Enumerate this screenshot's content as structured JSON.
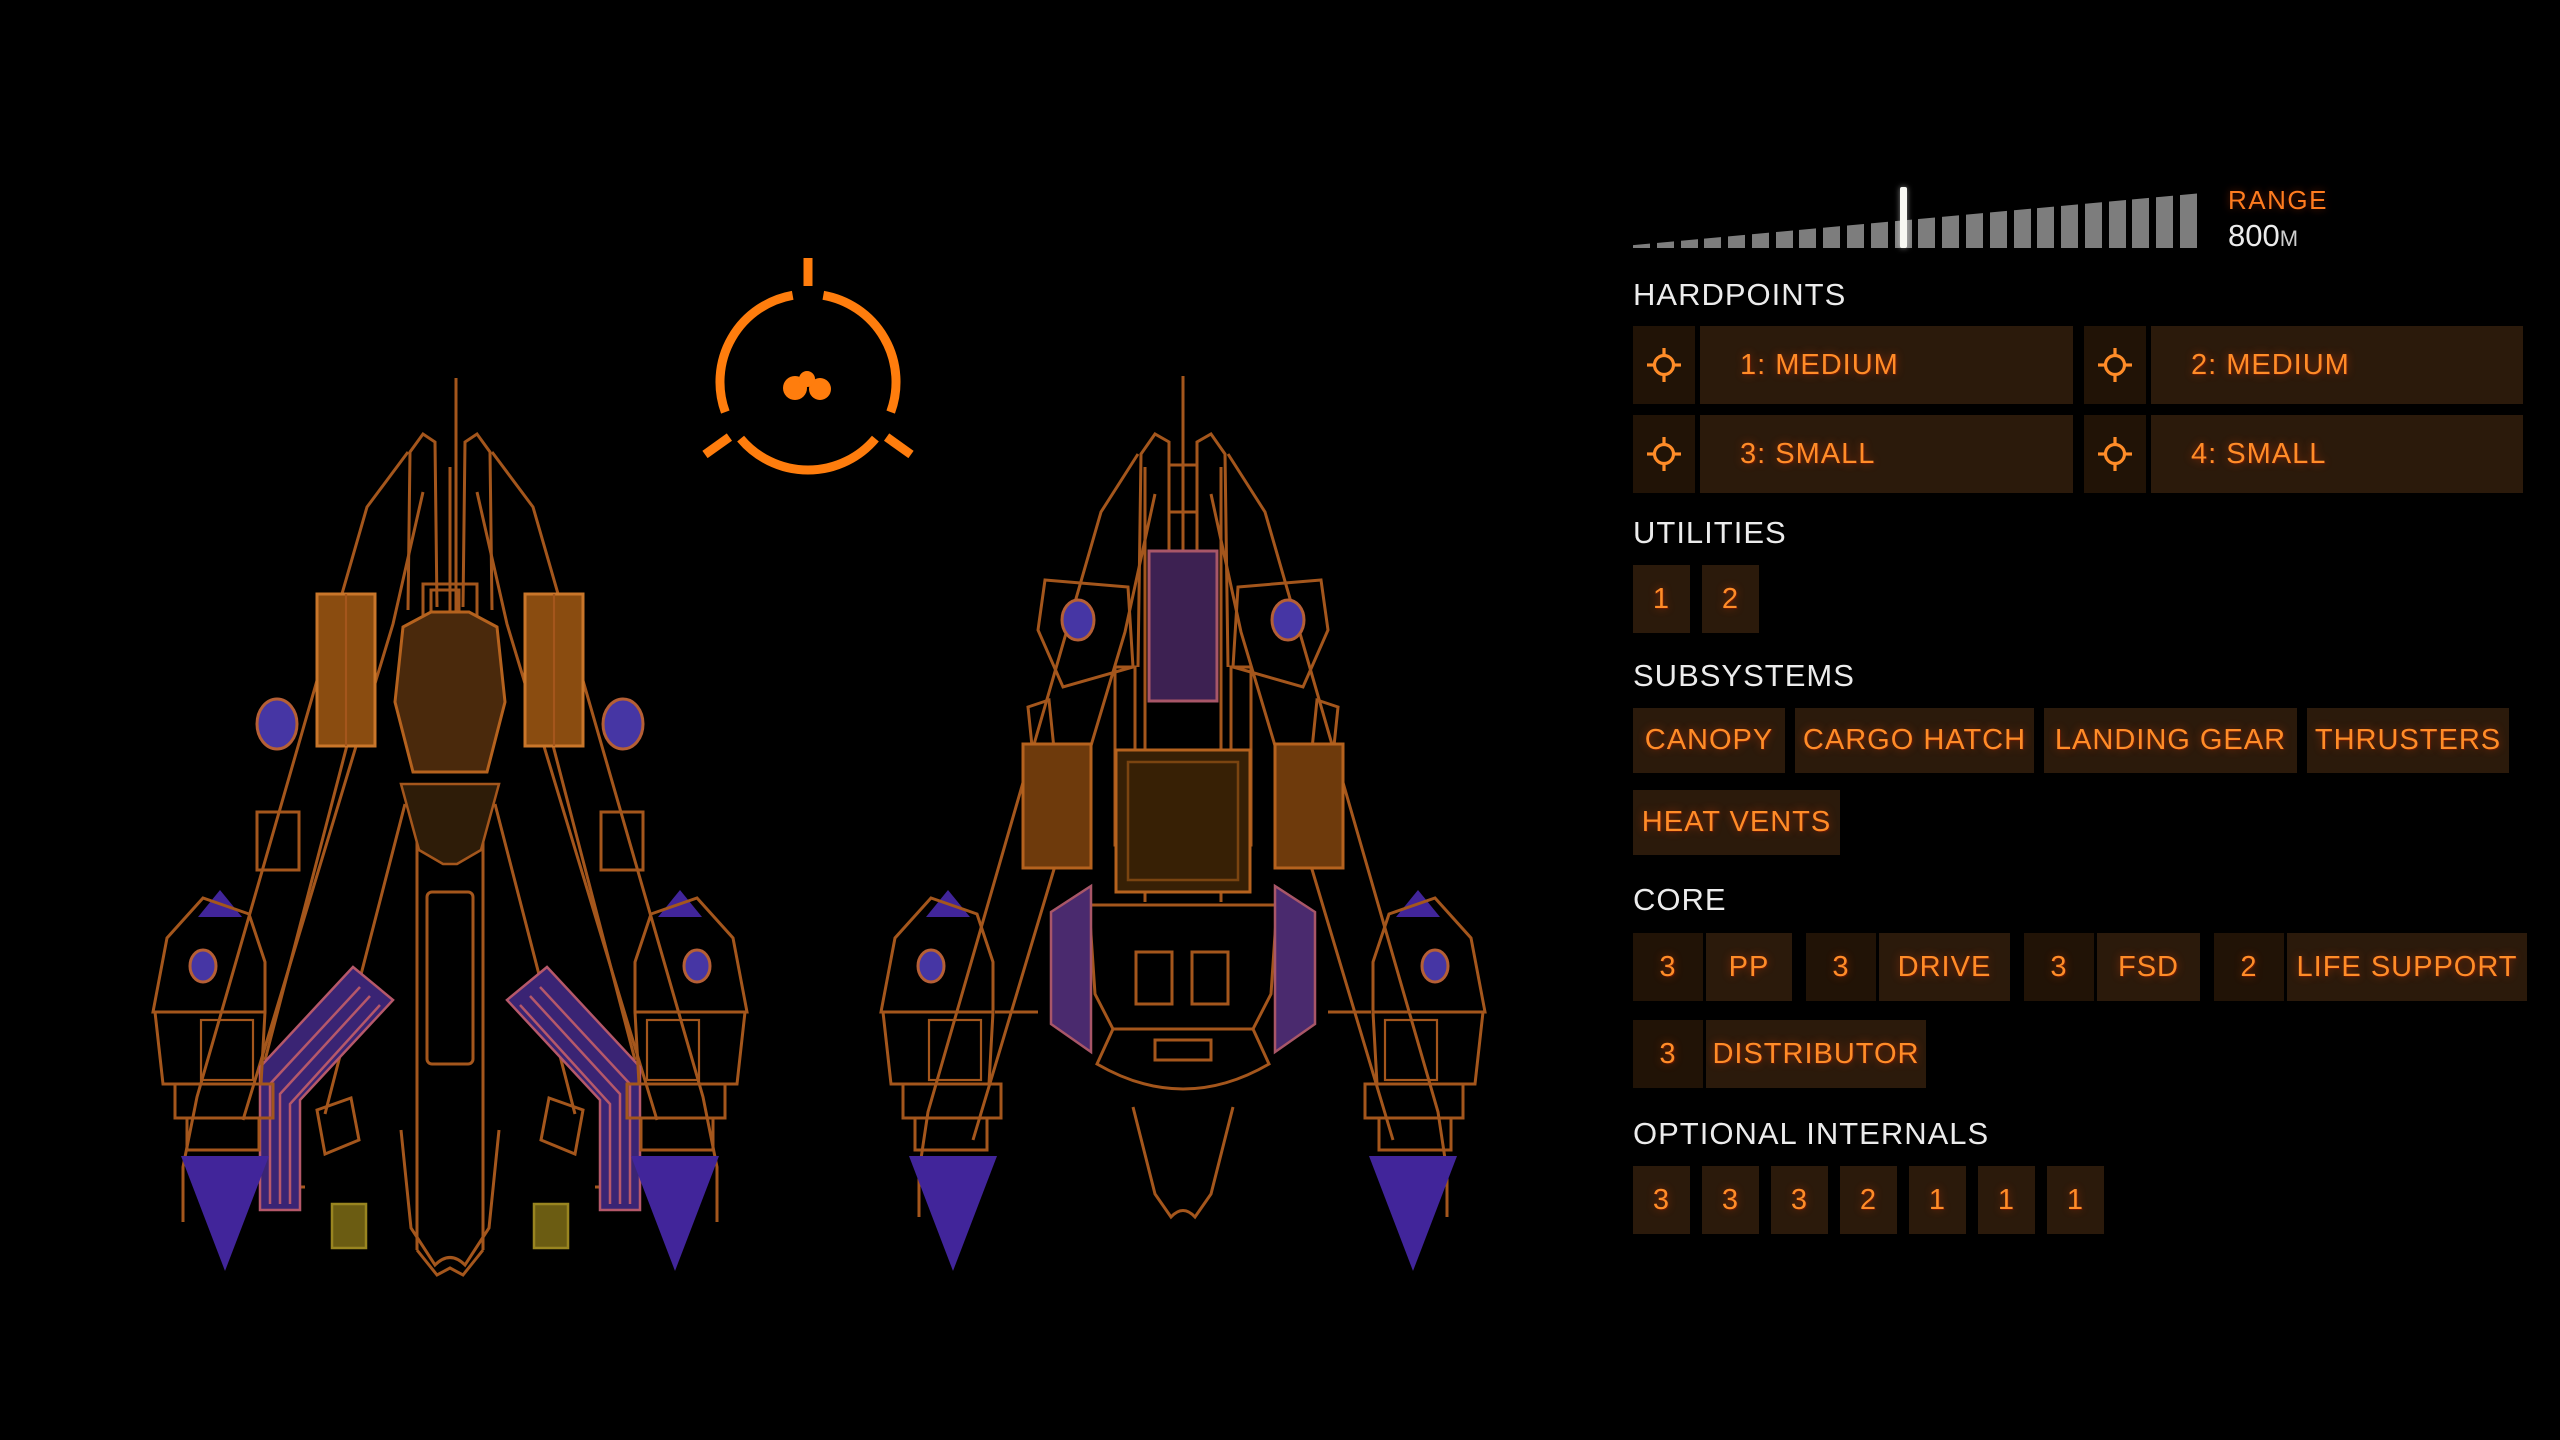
{
  "palette": {
    "background": "#000000",
    "accent_orange": "#ff8c28",
    "range_label_orange": "#ff7c1f",
    "reticle_orange": "#ff7d0d",
    "text_white": "#ececec",
    "text_white_dim": "#cfcfcf",
    "button_bg": "#2b1a0b",
    "button_bg_dark": "#211306",
    "bar_gray": "#7d7d7d",
    "marker_white": "#f7f7f2",
    "ship_line": "#a4561c",
    "purple_fill": "#41259a",
    "purple_vent": "#3a2474",
    "vent_stripe": "#b5586a",
    "brown_fill": "#6e3a0c",
    "canopy_brown": "#4a290c",
    "olive": "#6b5c12"
  },
  "range": {
    "label": "RANGE",
    "value": "800",
    "unit": "M",
    "bar_count": 24,
    "marker_pct": 48
  },
  "sections": {
    "hardpoints": {
      "title": "HARDPOINTS",
      "items": [
        {
          "label": "1: MEDIUM"
        },
        {
          "label": "2: MEDIUM"
        },
        {
          "label": "3: SMALL"
        },
        {
          "label": "4: SMALL"
        }
      ]
    },
    "utilities": {
      "title": "UTILITIES",
      "items": [
        {
          "label": "1"
        },
        {
          "label": "2"
        }
      ]
    },
    "subsystems": {
      "title": "SUBSYSTEMS",
      "items": [
        {
          "label": "CANOPY"
        },
        {
          "label": "CARGO HATCH"
        },
        {
          "label": "LANDING GEAR"
        },
        {
          "label": "THRUSTERS"
        },
        {
          "label": "HEAT VENTS"
        }
      ]
    },
    "core": {
      "title": "CORE",
      "items": [
        {
          "size": "3",
          "label": "PP"
        },
        {
          "size": "3",
          "label": "DRIVE"
        },
        {
          "size": "3",
          "label": "FSD"
        },
        {
          "size": "2",
          "label": "LIFE SUPPORT"
        },
        {
          "size": "3",
          "label": "DISTRIBUTOR"
        }
      ]
    },
    "optional_internals": {
      "title": "OPTIONAL INTERNALS",
      "items": [
        {
          "label": "3"
        },
        {
          "label": "3"
        },
        {
          "label": "3"
        },
        {
          "label": "2"
        },
        {
          "label": "1"
        },
        {
          "label": "1"
        },
        {
          "label": "1"
        }
      ]
    }
  }
}
